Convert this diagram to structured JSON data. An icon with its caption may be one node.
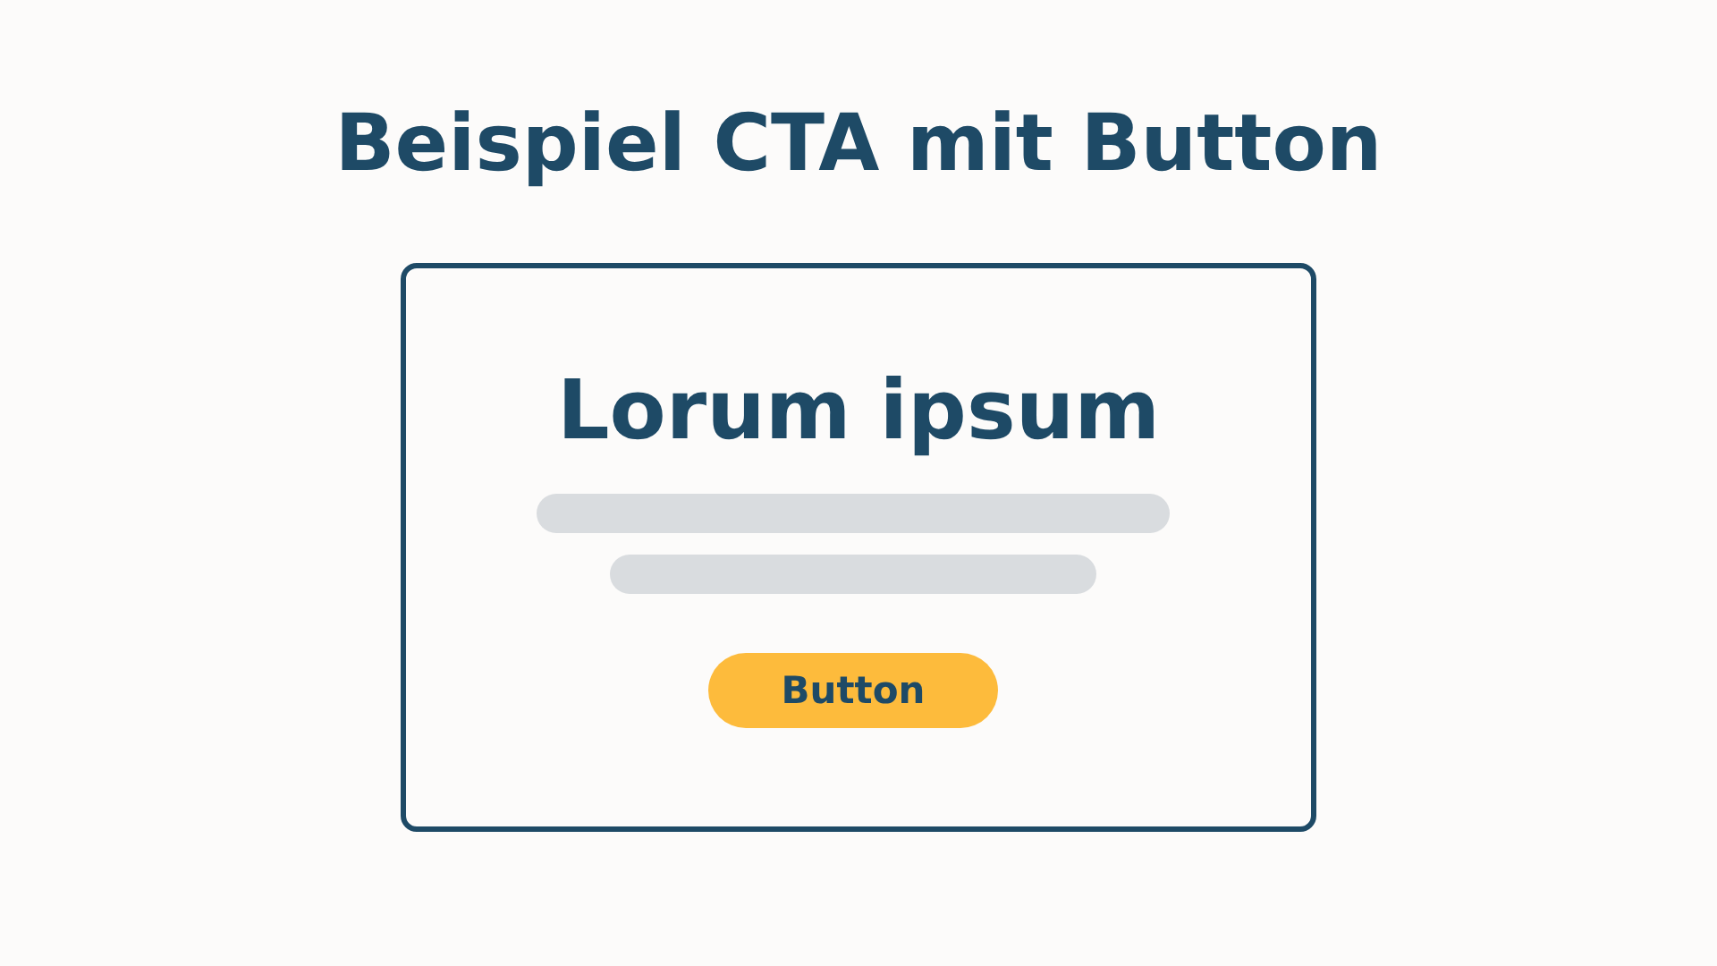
{
  "diagram": {
    "title": "Beispiel CTA mit Button",
    "nodes": [
      {
        "text": [
          "Lorum ipsum"
        ]
      },
      {
        "text": [
          "Button"
        ],
        "in": 0
      }
    ]
  }
}
